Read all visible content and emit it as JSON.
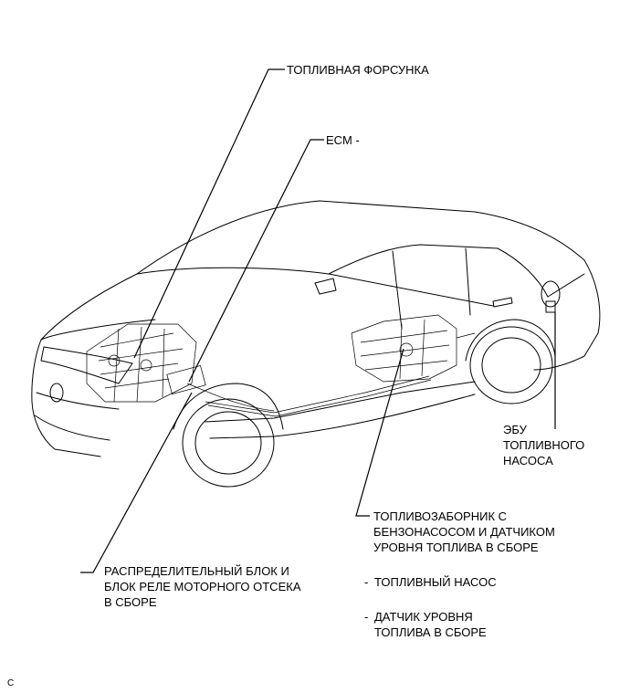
{
  "labels": {
    "injector": "ТОПЛИВНАЯ ФОРСУНКА",
    "ecm": "ECM -",
    "pump_ecu": "ЭБУ\nТОПЛИВНОГО\nНАСОСА",
    "pump_assy": "ТОПЛИВОЗАБОРНИК С\nБЕНЗОНАСОСОМ И ДАТЧИКОМ\nУРОВНЯ ТОПЛИВА В СБОРЕ",
    "fuel_pump": "ТОПЛИВНЫЙ НАСОС",
    "level_sensor": "ДАТЧИК УРОВНЯ\nТОПЛИВА В СБОРЕ",
    "relay_block": "РАСПРЕДЕЛИТЕЛЬНЫЙ БЛОК И\nБЛОК РЕЛЕ МОТОРНОГО ОТСЕКА\nВ СБОРЕ",
    "dash1": "-",
    "dash2": "-",
    "corner": "C"
  }
}
